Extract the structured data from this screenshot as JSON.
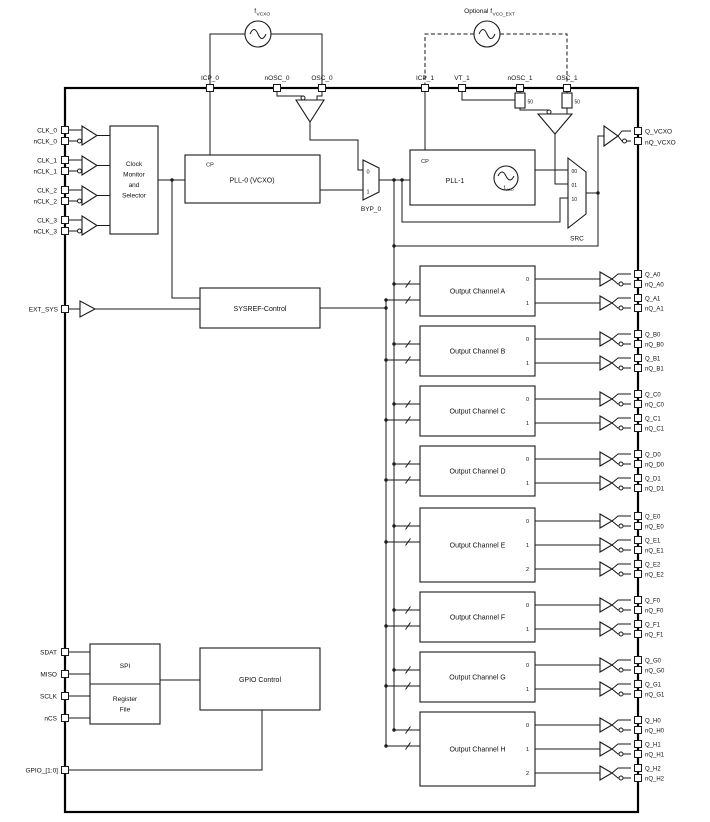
{
  "colors": {
    "line": "#1a1a1a",
    "background": "#ffffff"
  },
  "diagram": {
    "top": {
      "osc_left": {
        "label_main": "f",
        "label_sub": "VCXO"
      },
      "osc_right": {
        "label_main": "Optional f",
        "label_sub": "VCO_EXT"
      },
      "pins": [
        "ICP_0",
        "nOSC_0",
        "OSC_0",
        "ICP_1",
        "VT_1",
        "nOSC_1",
        "OSC_1"
      ],
      "resistor_values": [
        "50",
        "50"
      ]
    },
    "left": {
      "clk_inputs": [
        {
          "p": "CLK_0",
          "n": "nCLK_0"
        },
        {
          "p": "CLK_1",
          "n": "nCLK_1"
        },
        {
          "p": "CLK_2",
          "n": "nCLK_2"
        },
        {
          "p": "CLK_3",
          "n": "nCLK_3"
        }
      ],
      "ext_sys": "EXT_SYS",
      "spi_pins": [
        "SDAT",
        "MISO",
        "SCLK",
        "nCS"
      ],
      "gpio_pin": "GPIO_[1:0]"
    },
    "blocks": {
      "clock_monitor": [
        "Clock",
        "Monitor",
        "and",
        "Selector"
      ],
      "pll0": {
        "cp": "CP",
        "label": "PLL-0 (VCXO)"
      },
      "byp0": {
        "label": "BYP_0",
        "inputs": [
          "0",
          "1"
        ]
      },
      "pll1": {
        "cp": "CP",
        "label": "PLL-1",
        "osc_main": "f",
        "osc_sub": "VCO"
      },
      "src": {
        "label": "SRC",
        "inputs": [
          "00",
          "01",
          "10"
        ]
      },
      "sysref": "SYSREF-Control",
      "spi": "SPI",
      "register_file": [
        "Register",
        "File"
      ],
      "gpio": "GPIO Control"
    },
    "right": {
      "vcxo_out": {
        "p": "Q_VCXO",
        "n": "nQ_VCXO"
      },
      "channels": [
        {
          "name": "Output Channel A",
          "outputs": [
            {
              "idx": "0",
              "p": "Q_A0",
              "n": "nQ_A0"
            },
            {
              "idx": "1",
              "p": "Q_A1",
              "n": "nQ_A1"
            }
          ]
        },
        {
          "name": "Output Channel B",
          "outputs": [
            {
              "idx": "0",
              "p": "Q_B0",
              "n": "nQ_B0"
            },
            {
              "idx": "1",
              "p": "Q_B1",
              "n": "nQ_B1"
            }
          ]
        },
        {
          "name": "Output Channel C",
          "outputs": [
            {
              "idx": "0",
              "p": "Q_C0",
              "n": "nQ_C0"
            },
            {
              "idx": "1",
              "p": "Q_C1",
              "n": "nQ_C1"
            }
          ]
        },
        {
          "name": "Output Channel D",
          "outputs": [
            {
              "idx": "0",
              "p": "Q_D0",
              "n": "nQ_D0"
            },
            {
              "idx": "1",
              "p": "Q_D1",
              "n": "nQ_D1"
            }
          ]
        },
        {
          "name": "Output Channel E",
          "outputs": [
            {
              "idx": "0",
              "p": "Q_E0",
              "n": "nQ_E0"
            },
            {
              "idx": "1",
              "p": "Q_E1",
              "n": "nQ_E1"
            },
            {
              "idx": "2",
              "p": "Q_E2",
              "n": "nQ_E2"
            }
          ]
        },
        {
          "name": "Output Channel F",
          "outputs": [
            {
              "idx": "0",
              "p": "Q_F0",
              "n": "nQ_F0"
            },
            {
              "idx": "1",
              "p": "Q_F1",
              "n": "nQ_F1"
            }
          ]
        },
        {
          "name": "Output Channel G",
          "outputs": [
            {
              "idx": "0",
              "p": "Q_G0",
              "n": "nQ_G0"
            },
            {
              "idx": "1",
              "p": "Q_G1",
              "n": "nQ_G1"
            }
          ]
        },
        {
          "name": "Output Channel H",
          "outputs": [
            {
              "idx": "0",
              "p": "Q_H0",
              "n": "nQ_H0"
            },
            {
              "idx": "1",
              "p": "Q_H1",
              "n": "nQ_H1"
            },
            {
              "idx": "2",
              "p": "Q_H2",
              "n": "nQ_H2"
            }
          ]
        }
      ]
    }
  }
}
